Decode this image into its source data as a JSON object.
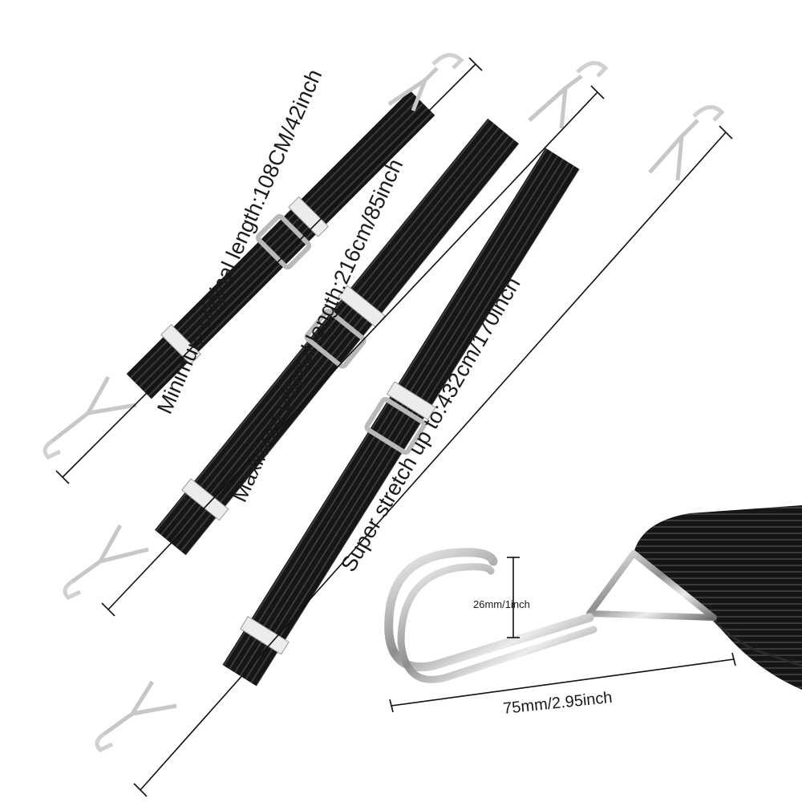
{
  "labels": {
    "minimum_length": "Minimum original length:108CM/42inch",
    "maximum_length": "Maximum original length:216cm/85inch",
    "super_stretch": "Super stretch up to:432cm/170inch",
    "hook_height": "26mm/1inch",
    "hook_width": "75mm/2.95inch"
  },
  "colors": {
    "strap": "#161616",
    "strap_rib": "#3a3a3a",
    "buckle": "#b9b9b9",
    "keeper": "#ececec",
    "metal": "#c7c7c7",
    "measure_line": "#111111"
  },
  "icons": {
    "hook": "double-wire-hook",
    "buckle": "slide-buckle"
  }
}
